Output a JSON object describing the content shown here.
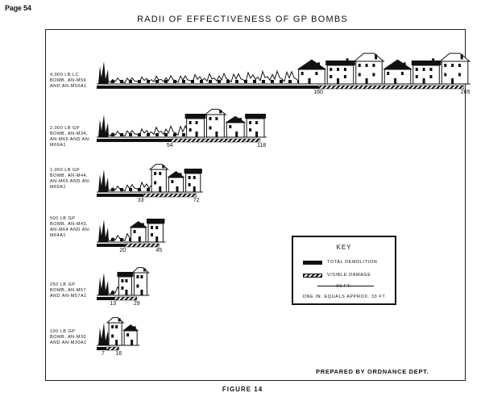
{
  "page": {
    "label": "Page 54"
  },
  "title": "RADII OF EFFECTIVENESS OF GP BOMBS",
  "figure_caption": "FIGURE 14",
  "prepared_by": "PREPARED BY ORDNANCE DEPT.",
  "key": {
    "title": "KEY",
    "total_label": "TOTAL DEMOLITION",
    "visible_label": "VISIBLE DAMAGE",
    "scale_label": "50 FT.",
    "scale_note": "ONE IN. EQUALS APPROX. 33 FT"
  },
  "rows": [
    {
      "lines": [
        "4,000 LB LC",
        "BOMB, AN-M56",
        "AND AN-M56A1"
      ],
      "total_ft": 160,
      "visible_ft": 265,
      "total_label": "160",
      "visible_label": "265"
    },
    {
      "lines": [
        "2,000 LB GP",
        "BOMB, AN-M34,",
        "AN-M66 AND AN-M66A1"
      ],
      "total_ft": 54,
      "visible_ft": 118,
      "total_label": "54",
      "visible_label": "118"
    },
    {
      "lines": [
        "1,000 LB GP",
        "BOMB, AN-M44,",
        "AN-M65 AND AN-M65A1"
      ],
      "total_ft": 33,
      "visible_ft": 72,
      "total_label": "33",
      "visible_label": "72"
    },
    {
      "lines": [
        "500 LB GP",
        "BOMB, AN-M43,",
        "AN-M64 AND AN-M64A1"
      ],
      "total_ft": 20,
      "visible_ft": 45,
      "total_label": "20",
      "visible_label": "45"
    },
    {
      "lines": [
        "250 LB GP",
        "BOMB, AN-M57",
        "AND AN-M57A1"
      ],
      "total_ft": 13,
      "visible_ft": 29,
      "total_label": "13",
      "visible_label": "29"
    },
    {
      "lines": [
        "100 LB GP",
        "BOMB, AN-M30",
        "AND AN-M30A1"
      ],
      "total_ft": 7,
      "visible_ft": 16,
      "total_label": "7",
      "visible_label": "16"
    }
  ]
}
